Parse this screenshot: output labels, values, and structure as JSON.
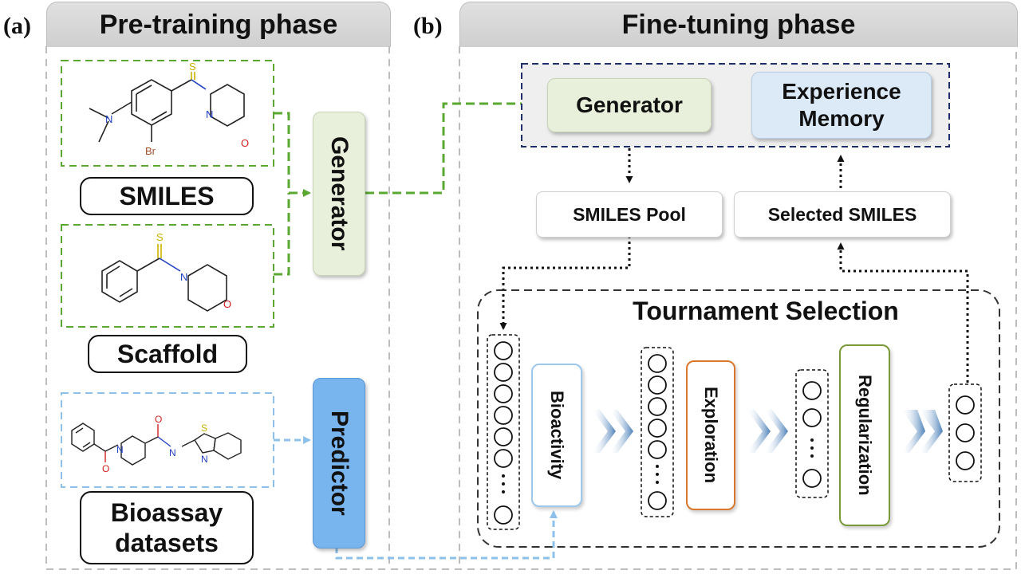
{
  "panel_a": {
    "label": "(a)",
    "title": "Pre-training phase",
    "smiles_label": "SMILES",
    "scaffold_label": "Scaffold",
    "bioassay_label": "Bioassay\ndatasets",
    "generator_label": "Generator",
    "predictor_label": "Predictor",
    "atom_br": "Br",
    "atom_s": "S",
    "atom_n": "N",
    "atom_o": "O"
  },
  "panel_b": {
    "label": "(b)",
    "title": "Fine-tuning phase",
    "generator_label": "Generator",
    "memory_label": "Experience\nMemory",
    "pool_label": "SMILES Pool",
    "selected_label": "Selected SMILES",
    "tournament_title": "Tournament Selection",
    "bioactivity_label": "Bioactivity",
    "exploration_label": "Exploration",
    "regularization_label": "Regularization",
    "ellipsis": "…"
  },
  "colors": {
    "green": "#5aa832",
    "navy": "#1f2d6b",
    "light_blue": "#8ec0ec",
    "predictor_fill": "#78b4ee",
    "generator_fill": "#e8efda",
    "memory_fill": "#dce9f7",
    "exploration_border": "#d9782d",
    "regularization_border": "#7a9a3a",
    "bioactivity_border": "#9cc8ee"
  }
}
